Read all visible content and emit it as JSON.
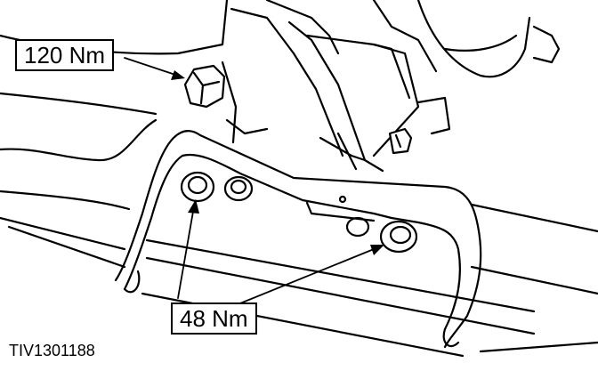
{
  "callouts": {
    "upper_torque": "120 Nm",
    "lower_torque": "48 Nm"
  },
  "figure_id": "TIV1301188",
  "colors": {
    "ink": "#000000",
    "paper": "#ffffff"
  }
}
